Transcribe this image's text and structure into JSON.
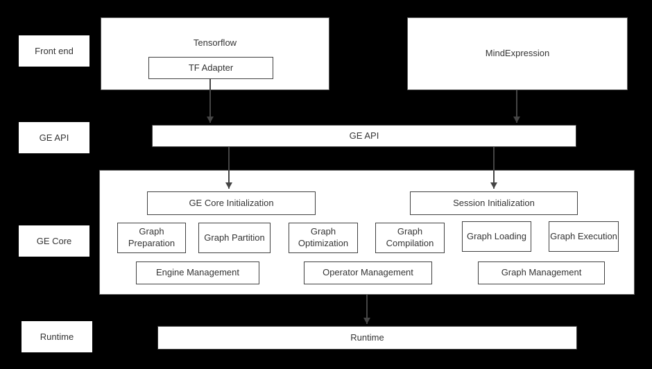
{
  "layers": {
    "frontend": "Front end",
    "api": "GE API",
    "core": "GE Core",
    "runtime": "Runtime"
  },
  "frontend": {
    "tensorflow_title": "Tensorflow",
    "tf_adapter": "TF Adapter",
    "mindexpression": "MindExpression"
  },
  "api_bar": "GE API",
  "core": {
    "init": [
      "GE Core Initialization",
      "Session Initialization"
    ],
    "stages": [
      "Graph Preparation",
      "Graph Partition",
      "Graph Optimization",
      "Graph Compilation",
      "Graph Loading",
      "Graph Execution"
    ],
    "management": [
      "Engine Management",
      "Operator Management",
      "Graph Management"
    ]
  },
  "runtime_bar": "Runtime",
  "colors": {
    "background": "#000000",
    "box_bg": "#ffffff",
    "arrow": "#454545",
    "text": "#333333"
  }
}
